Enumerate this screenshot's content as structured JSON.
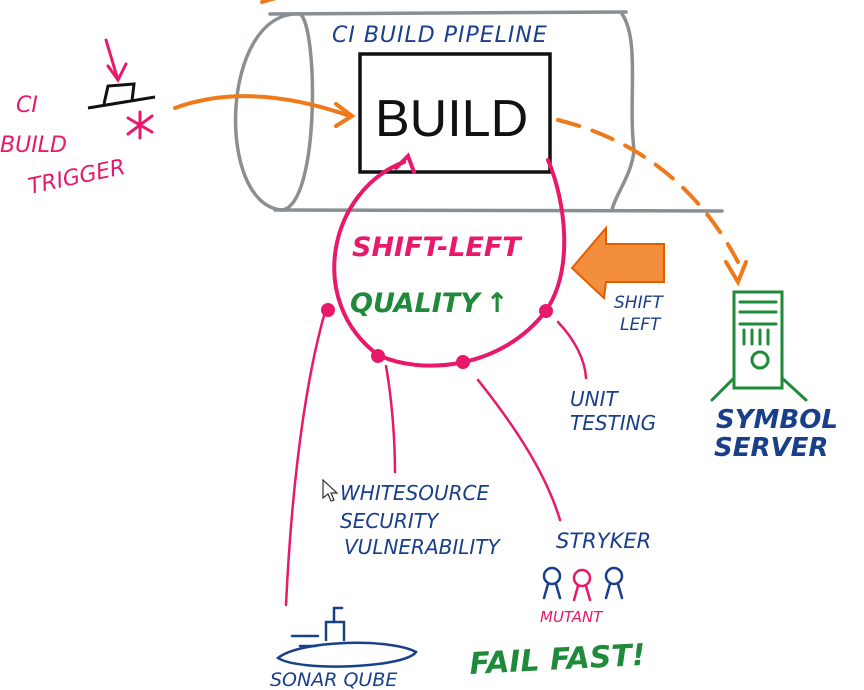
{
  "pipeline": {
    "title": "CI BUILD PIPELINE",
    "build_label": "BUILD"
  },
  "trigger": {
    "line1": "CI",
    "line2": "BUILD",
    "line3": "TRIGGER"
  },
  "quality": {
    "title": "SHIFT-LEFT",
    "subtitle": "QUALITY",
    "arrow_glyph": "↑"
  },
  "shift_left_arrow": {
    "line1": "SHIFT",
    "line2": "LEFT"
  },
  "tools": {
    "unit_testing": {
      "line1": "UNIT",
      "line2": "TESTING"
    },
    "whitesource": {
      "line1": "WHITESOURCE",
      "line2": "SECURITY",
      "line3": "VULNERABILITY"
    },
    "stryker": {
      "label": "STRYKER",
      "mutant": "MUTANT"
    },
    "sonarqube": {
      "label": "SONAR QUBE"
    }
  },
  "symbol_server": {
    "line1": "SYMBOL",
    "line2": "SERVER"
  },
  "fail_fast": "FAIL FAST!",
  "colors": {
    "ink": "#111111",
    "pipe": "#8a8f94",
    "pink": "#e8196a",
    "orange": "#f07a1a",
    "green": "#1f8a3a",
    "blue": "#1a3f8a"
  }
}
